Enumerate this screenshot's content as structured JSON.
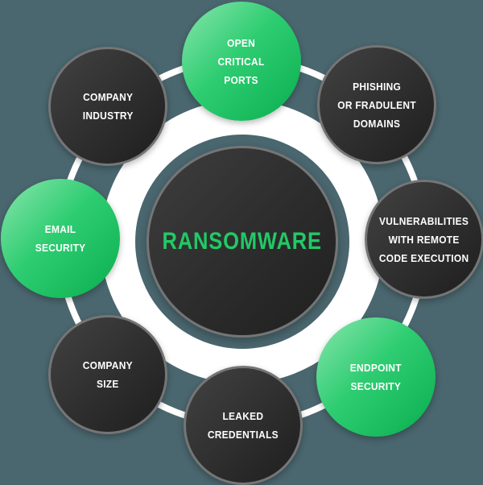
{
  "colors": {
    "background_teal": "#4a666e",
    "ring_white": "#ffffff",
    "node_dark_start": "#424242",
    "node_dark_end": "#1e1e1e",
    "node_green_start": "#8ae6ae",
    "node_green_end": "#09ae4e",
    "center_text_green": "#22c965",
    "node_text": "#ffffff",
    "circle_border_gray": "#757575"
  },
  "diagram": {
    "center": {
      "label": "RANSOMWARE"
    },
    "nodes": [
      {
        "id": "open-critical-ports",
        "variant": "green",
        "label": "OPEN\nCRITICAL\nPORTS"
      },
      {
        "id": "phishing-or-fradulent-domains",
        "variant": "dark",
        "label": "PHISHING\nOR FRADULENT\nDOMAINS"
      },
      {
        "id": "vulnerabilities-with-remote-code-execution",
        "variant": "dark",
        "label": "VULNERABILITIES\nWITH REMOTE\nCODE EXECUTION"
      },
      {
        "id": "endpoint-security",
        "variant": "green",
        "label": "ENDPOINT\nSECURITY"
      },
      {
        "id": "leaked-credentials",
        "variant": "dark",
        "label": "LEAKED\nCREDENTIALS"
      },
      {
        "id": "company-size",
        "variant": "dark",
        "label": "COMPANY\nSIZE"
      },
      {
        "id": "email-security",
        "variant": "green",
        "label": "EMAIL\nSECURITY"
      },
      {
        "id": "company-industry",
        "variant": "dark",
        "label": "COMPANY\nINDUSTRY"
      }
    ]
  }
}
